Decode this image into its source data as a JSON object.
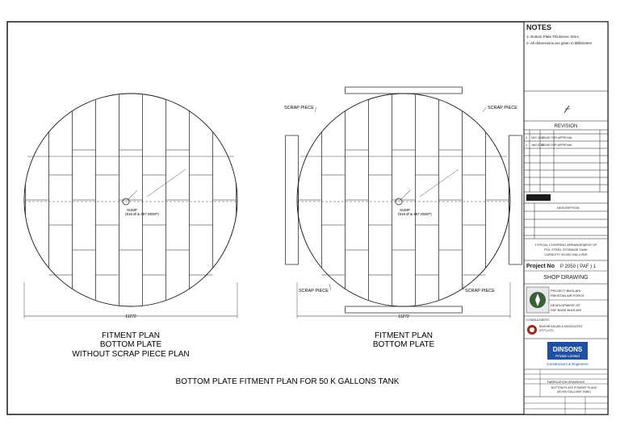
{
  "drawing_title": "BOTTOM PLATE FITMENT PLAN FOR 50 K GALLONS TANK",
  "left_view": {
    "caption_lines": [
      "FITMENT PLAN",
      "BOTTOM PLATE",
      "WITHOUT SCRAP PIECE PLAN"
    ],
    "diameter_dim": "11272",
    "sump_note": [
      "SUMP",
      "(915 Ø & 457 DEEP)"
    ]
  },
  "right_view": {
    "caption_lines": [
      "FITMENT PLAN",
      "BOTTOM PLATE"
    ],
    "diameter_dim": "11272",
    "sump_note": [
      "SUMP",
      "(915 Ø & 457 DEEP)"
    ],
    "scrap_labels": [
      "SCRAP PIECE",
      "SCRAP PIECE",
      "SCRAP PIECE",
      "SCRAP PIECE"
    ]
  },
  "title_block": {
    "notes_heading": "NOTES",
    "notes": [
      "1- Bottom Plate Thickness: 8mm",
      "2- All dimensions are given in Millimeters"
    ],
    "revision_heading": "REVISION",
    "revision_rows": [
      {
        "no": "0",
        "date": "DEC 2017",
        "desc": "ISSUE FOR APPROVAL"
      },
      {
        "no": "1",
        "date": "JAN 2018",
        "desc": "ISSUE FOR APPROVAL"
      }
    ],
    "description_label": "DESCRIPTION",
    "sheet_title": [
      "TYPICAL COVERING ARRANGEMENT OF",
      "POL STEEL STORAGE TANK",
      "CAPACITY 50,000 GALLONS"
    ],
    "project_no_label": "Project No",
    "project_no": "P 2050 ( PAF ) 1",
    "shop_drawing": "SHOP DRAWING",
    "client_lines": [
      "PROJECT BHOLARI",
      "PAKISTAN AIR FORCE"
    ],
    "project_lines": [
      "DEVELOPMENT OF",
      "PAF BASE BHOLARI"
    ],
    "consultants_label": "CONSULTANTS:",
    "consultant_name": [
      "BASHIR ASLAM & ASSOCIATES",
      "(PVT.) LTD."
    ],
    "contractor_name": "DINSONS",
    "contractor_sub": "Private Limited",
    "contractor_tag": "Constructors & Engineers",
    "drawing_label": "FABRICATION DRAWINGS",
    "drawing_name": [
      "BOTTOM PLATE FITMENT PLANS",
      "(50,000 GALLONS TANK)"
    ]
  },
  "colors": {
    "line": "#1a1a1a",
    "contractor_box": "#1f4fa0",
    "paper": "#ffffff"
  }
}
